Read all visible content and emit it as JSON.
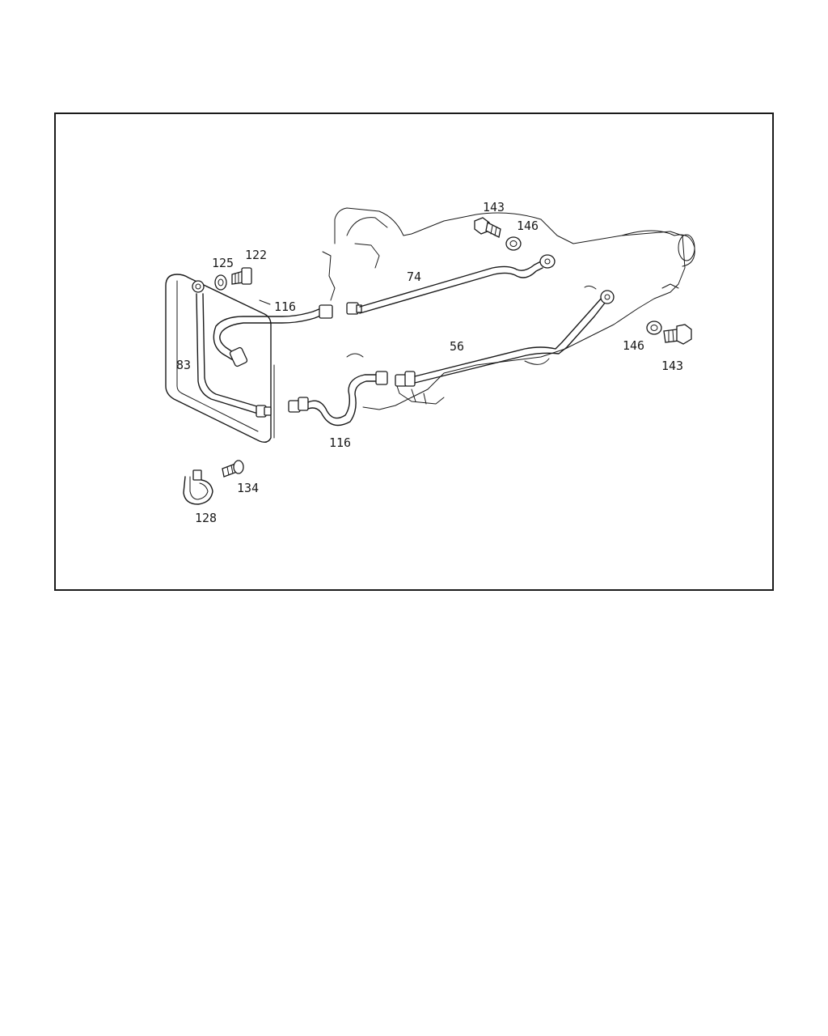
{
  "diagram": {
    "labels": {
      "p143_top": "143",
      "p146_top": "146",
      "p125": "125",
      "p122": "122",
      "p74": "74",
      "p116_top": "116",
      "p83": "83",
      "p56": "56",
      "p146_right": "146",
      "p143_right": "143",
      "p116_bottom": "116",
      "p134": "134",
      "p128": "128"
    }
  }
}
